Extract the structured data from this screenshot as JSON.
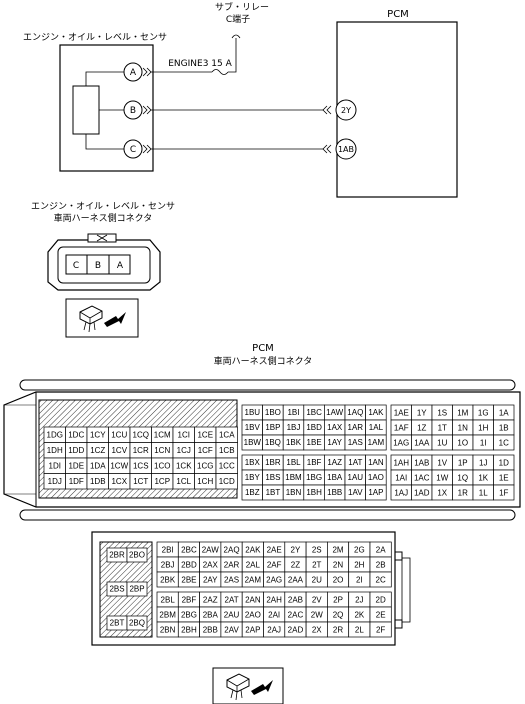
{
  "labels": {
    "sub_relay": "サブ・リレー",
    "c_terminal": "C端子",
    "pcm": "PCM",
    "sensor": "エンジン・オイル・レベル・センサ",
    "fuse": "ENGINE3 15 A",
    "sensor_conn_line1": "エンジン・オイル・レベル・センサ",
    "sensor_conn_line2": "車両ハーネス側コネクタ",
    "pcm_conn_line1": "PCM",
    "pcm_conn_line2": "車両ハーネス側コネクタ"
  },
  "sensor_pins": [
    "A",
    "B",
    "C"
  ],
  "pcm_pins": [
    "2Y",
    "1AB"
  ],
  "sensor_connector_pins": [
    "C",
    "B",
    "A"
  ],
  "connector1": {
    "hatched_pins": [
      [
        "1DG",
        "1DC",
        "1CY",
        "1CU",
        "1CQ",
        "1CM",
        "1CI",
        "1CE",
        "1CA"
      ],
      [
        "1DH",
        "1DD",
        "1CZ",
        "1CV",
        "1CR",
        "1CN",
        "1CJ",
        "1CF",
        "1CB"
      ],
      [
        "1DI",
        "1DE",
        "1DA",
        "1CW",
        "1CS",
        "1CO",
        "1CK",
        "1CG",
        "1CC"
      ],
      [
        "1DJ",
        "1DF",
        "1DB",
        "1CX",
        "1CT",
        "1CP",
        "1CL",
        "1CH",
        "1CD"
      ]
    ],
    "mid_top": [
      [
        "1BU",
        "1BO",
        "1BI",
        "1BC",
        "1AW",
        "1AQ",
        "1AK"
      ],
      [
        "1BV",
        "1BP",
        "1BJ",
        "1BD",
        "1AX",
        "1AR",
        "1AL"
      ],
      [
        "1BW",
        "1BQ",
        "1BK",
        "1BE",
        "1AY",
        "1AS",
        "1AM"
      ]
    ],
    "mid_bottom": [
      [
        "1BX",
        "1BR",
        "1BL",
        "1BF",
        "1AZ",
        "1AT",
        "1AN"
      ],
      [
        "1BY",
        "1BS",
        "1BM",
        "1BG",
        "1BA",
        "1AU",
        "1AO"
      ],
      [
        "1BZ",
        "1BT",
        "1BN",
        "1BH",
        "1BB",
        "1AV",
        "1AP"
      ]
    ],
    "right_top": [
      [
        "1AE",
        "1Y",
        "1S",
        "1M",
        "1G",
        "1A"
      ],
      [
        "1AF",
        "1Z",
        "1T",
        "1N",
        "1H",
        "1B"
      ],
      [
        "1AG",
        "1AA",
        "1U",
        "1O",
        "1I",
        "1C"
      ]
    ],
    "right_bottom": [
      [
        "1AH",
        "1AB",
        "1V",
        "1P",
        "1J",
        "1D"
      ],
      [
        "1AI",
        "1AC",
        "1W",
        "1Q",
        "1K",
        "1E"
      ],
      [
        "1AJ",
        "1AD",
        "1X",
        "1R",
        "1L",
        "1F"
      ]
    ]
  },
  "connector2": {
    "left_pins": [
      [
        "2BR",
        "2BO"
      ],
      [
        "2BS",
        "2BP"
      ],
      [
        "2BT",
        "2BQ"
      ]
    ],
    "top": [
      [
        "2BI",
        "2BC",
        "2AW",
        "2AQ",
        "2AK",
        "2AE",
        "2Y",
        "2S",
        "2M",
        "2G",
        "2A"
      ],
      [
        "2BJ",
        "2BD",
        "2AX",
        "2AR",
        "2AL",
        "2AF",
        "2Z",
        "2T",
        "2N",
        "2H",
        "2B"
      ],
      [
        "2BK",
        "2BE",
        "2AY",
        "2AS",
        "2AM",
        "2AG",
        "2AA",
        "2U",
        "2O",
        "2I",
        "2C"
      ]
    ],
    "bottom": [
      [
        "2BL",
        "2BF",
        "2AZ",
        "2AT",
        "2AN",
        "2AH",
        "2AB",
        "2V",
        "2P",
        "2J",
        "2D"
      ],
      [
        "2BM",
        "2BG",
        "2BA",
        "2AU",
        "2AO",
        "2AI",
        "2AC",
        "2W",
        "2Q",
        "2K",
        "2E"
      ],
      [
        "2BN",
        "2BH",
        "2BB",
        "2AV",
        "2AP",
        "2AJ",
        "2AD",
        "2X",
        "2R",
        "2L",
        "2F"
      ]
    ]
  }
}
